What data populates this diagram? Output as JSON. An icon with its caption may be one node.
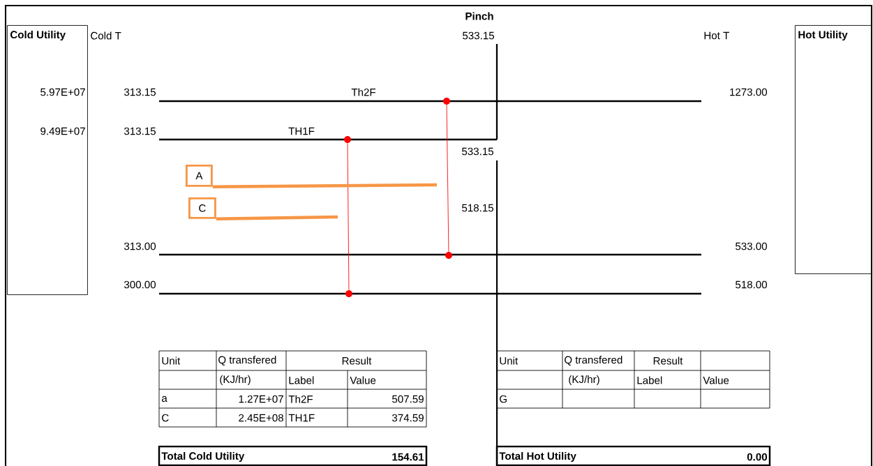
{
  "diagram": {
    "nodes": [
      {
        "text": [
          "Cold Utility"
        ]
      },
      {
        "text": [
          "Hot Utility"
        ]
      },
      {
        "text": [],
        "shape": "circle"
      },
      {
        "text": [],
        "shape": "circle"
      },
      {
        "text": [
          "A"
        ]
      },
      {
        "text": [
          "C"
        ]
      },
      {
        "text": [],
        "shape": "circle"
      },
      {
        "text": [],
        "shape": "circle"
      }
    ],
    "edges": [
      {
        "from": 2,
        "to": 6,
        "arrow": "none",
        "color": "#ff0000"
      },
      {
        "from": 3,
        "to": 7,
        "arrow": "none",
        "color": "#ff0000"
      },
      {
        "from": 4,
        "to": null,
        "arrow": "none",
        "color": "#f79646",
        "style": "thick"
      },
      {
        "from": 5,
        "to": null,
        "arrow": "none",
        "color": "#f79646",
        "style": "thick"
      }
    ],
    "labels": [
      "Pinch",
      "Cold T",
      "533.15",
      "Hot T",
      "5.97E+07",
      "313.15",
      "Th2F",
      "1273.00",
      "9.49E+07",
      "313.15",
      "TH1F",
      "533.15",
      "518.15",
      "313.00",
      "533.00",
      "300.00",
      "518.00",
      "Unit",
      "Q transfered",
      "Result",
      "(KJ/hr)",
      "Label",
      "Value",
      "a",
      "1.27E+07",
      "Th2F",
      "507.59",
      "C",
      "2.45E+08",
      "TH1F",
      "374.59",
      "Total Cold Utility",
      "154.61",
      "Unit",
      "Q transfered",
      "Result",
      "(KJ/hr)",
      "Label",
      "Value",
      "G",
      "Total Hot Utility",
      "0.00"
    ]
  }
}
